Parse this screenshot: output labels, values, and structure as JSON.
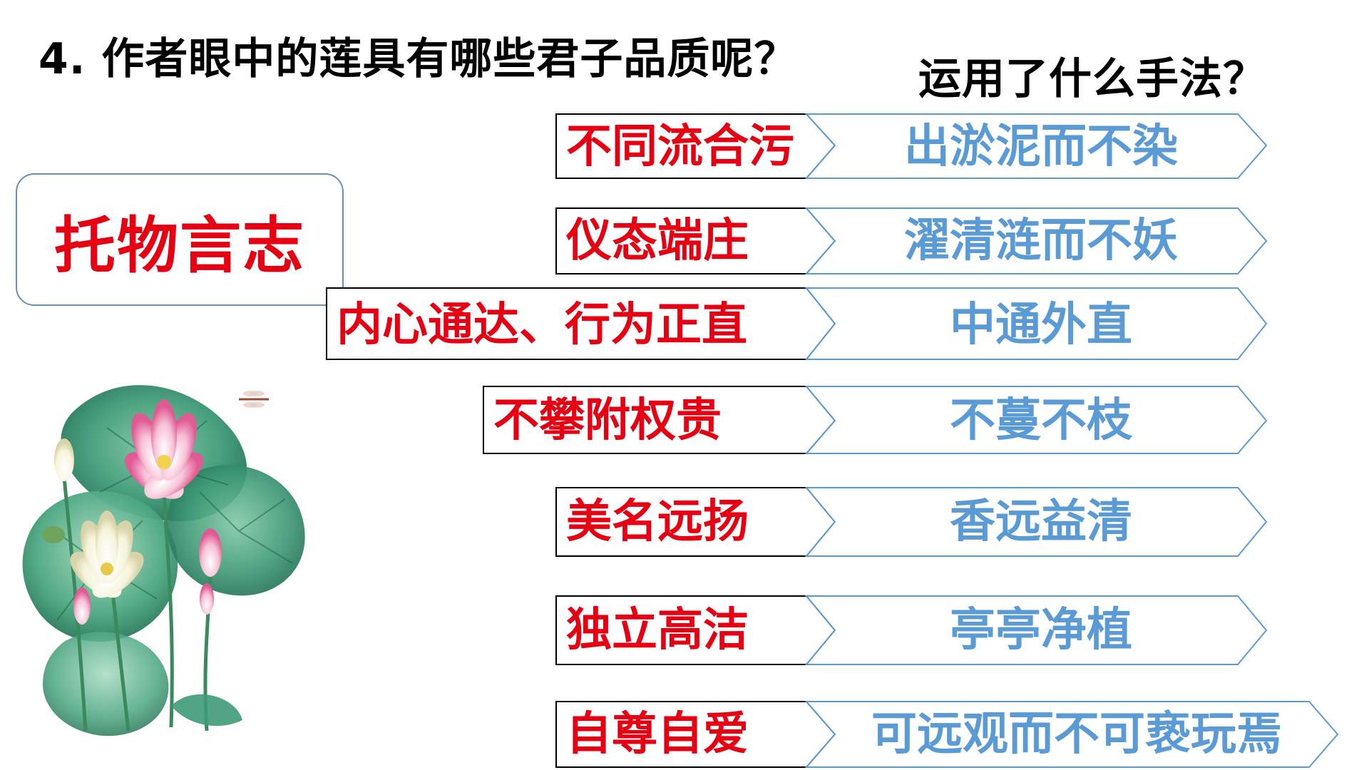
{
  "question": {
    "left": "4. 作者眼中的莲具有哪些君子品质呢？",
    "right": "运用了什么手法？"
  },
  "method": "托物言志",
  "rows": [
    {
      "quality": "不同流合污",
      "phrase": "出淤泥而不染"
    },
    {
      "quality": "仪态端庄",
      "phrase": "濯清涟而不妖"
    },
    {
      "quality": "内心通达、行为正直",
      "phrase": "中通外直"
    },
    {
      "quality": "不攀附权贵",
      "phrase": "不蔓不枝"
    },
    {
      "quality": "美名远扬",
      "phrase": "香远益清"
    },
    {
      "quality": "独立高洁",
      "phrase": "亭亭净植"
    },
    {
      "quality": "自尊自爱",
      "phrase": "可远观而不可亵玩焉"
    }
  ],
  "colors": {
    "quality_text": "#e60012",
    "phrase_text": "#5b9bd5",
    "quality_border": "#000000",
    "phrase_border": "#5b9bd5"
  },
  "illustration": "lotus-illustration"
}
